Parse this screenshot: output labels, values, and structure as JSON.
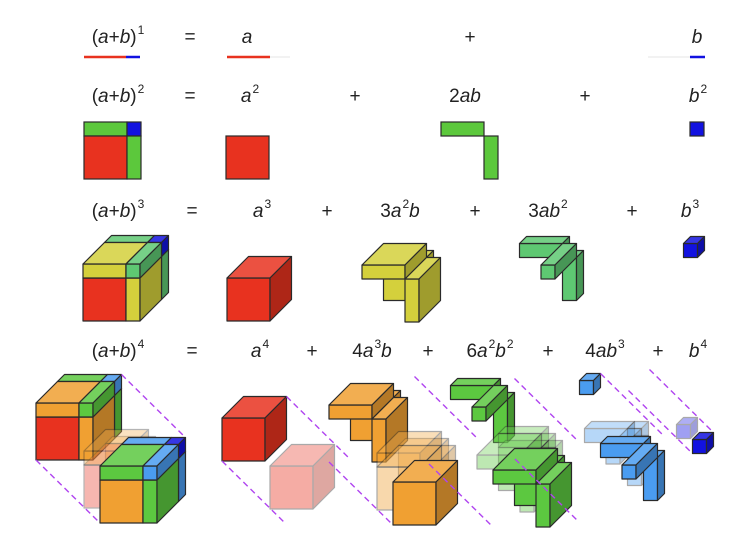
{
  "title": "Binomial expansion visualization",
  "colors": {
    "a4": "#e8321f",
    "a3b": "#f0a032",
    "a2b2": "#5cc840",
    "ab3": "#4a9cf0",
    "b4": "#1212e0",
    "row3_a2b": "#d4d03c",
    "row3_ab2": "#5ec872",
    "row2_ab": "#5cc83c",
    "dash": "#b044f0"
  },
  "rows": [
    {
      "lhs": {
        "open": "(",
        "a": "a",
        "plus": "+",
        "b": "b",
        "close": ")",
        "exp": "1"
      },
      "eq": "=",
      "terms": [
        {
          "coef": "",
          "parts": [
            {
              "v": "a",
              "e": ""
            }
          ]
        },
        {
          "coef": "",
          "parts": [
            {
              "v": "b",
              "e": ""
            }
          ]
        }
      ],
      "op": "+"
    },
    {
      "lhs": {
        "open": "(",
        "a": "a",
        "plus": "+",
        "b": "b",
        "close": ")",
        "exp": "2"
      },
      "eq": "=",
      "terms": [
        {
          "coef": "",
          "parts": [
            {
              "v": "a",
              "e": "2"
            }
          ]
        },
        {
          "coef": "2",
          "parts": [
            {
              "v": "a",
              "e": ""
            },
            {
              "v": "b",
              "e": ""
            }
          ]
        },
        {
          "coef": "",
          "parts": [
            {
              "v": "b",
              "e": "2"
            }
          ]
        }
      ],
      "op": "+"
    },
    {
      "lhs": {
        "open": "(",
        "a": "a",
        "plus": "+",
        "b": "b",
        "close": ")",
        "exp": "3"
      },
      "eq": "=",
      "terms": [
        {
          "coef": "",
          "parts": [
            {
              "v": "a",
              "e": "3"
            }
          ]
        },
        {
          "coef": "3",
          "parts": [
            {
              "v": "a",
              "e": "2"
            },
            {
              "v": "b",
              "e": ""
            }
          ]
        },
        {
          "coef": "3",
          "parts": [
            {
              "v": "a",
              "e": ""
            },
            {
              "v": "b",
              "e": "2"
            }
          ]
        },
        {
          "coef": "",
          "parts": [
            {
              "v": "b",
              "e": "3"
            }
          ]
        }
      ],
      "op": "+"
    },
    {
      "lhs": {
        "open": "(",
        "a": "a",
        "plus": "+",
        "b": "b",
        "close": ")",
        "exp": "4"
      },
      "eq": "=",
      "terms": [
        {
          "coef": "",
          "parts": [
            {
              "v": "a",
              "e": "4"
            }
          ]
        },
        {
          "coef": "4",
          "parts": [
            {
              "v": "a",
              "e": "3"
            },
            {
              "v": "b",
              "e": ""
            }
          ]
        },
        {
          "coef": "6",
          "parts": [
            {
              "v": "a",
              "e": "2"
            },
            {
              "v": "b",
              "e": "2"
            }
          ]
        },
        {
          "coef": "4",
          "parts": [
            {
              "v": "a",
              "e": ""
            },
            {
              "v": "b",
              "e": "3"
            }
          ]
        },
        {
          "coef": "",
          "parts": [
            {
              "v": "b",
              "e": "4"
            }
          ]
        }
      ],
      "op": "+"
    }
  ]
}
